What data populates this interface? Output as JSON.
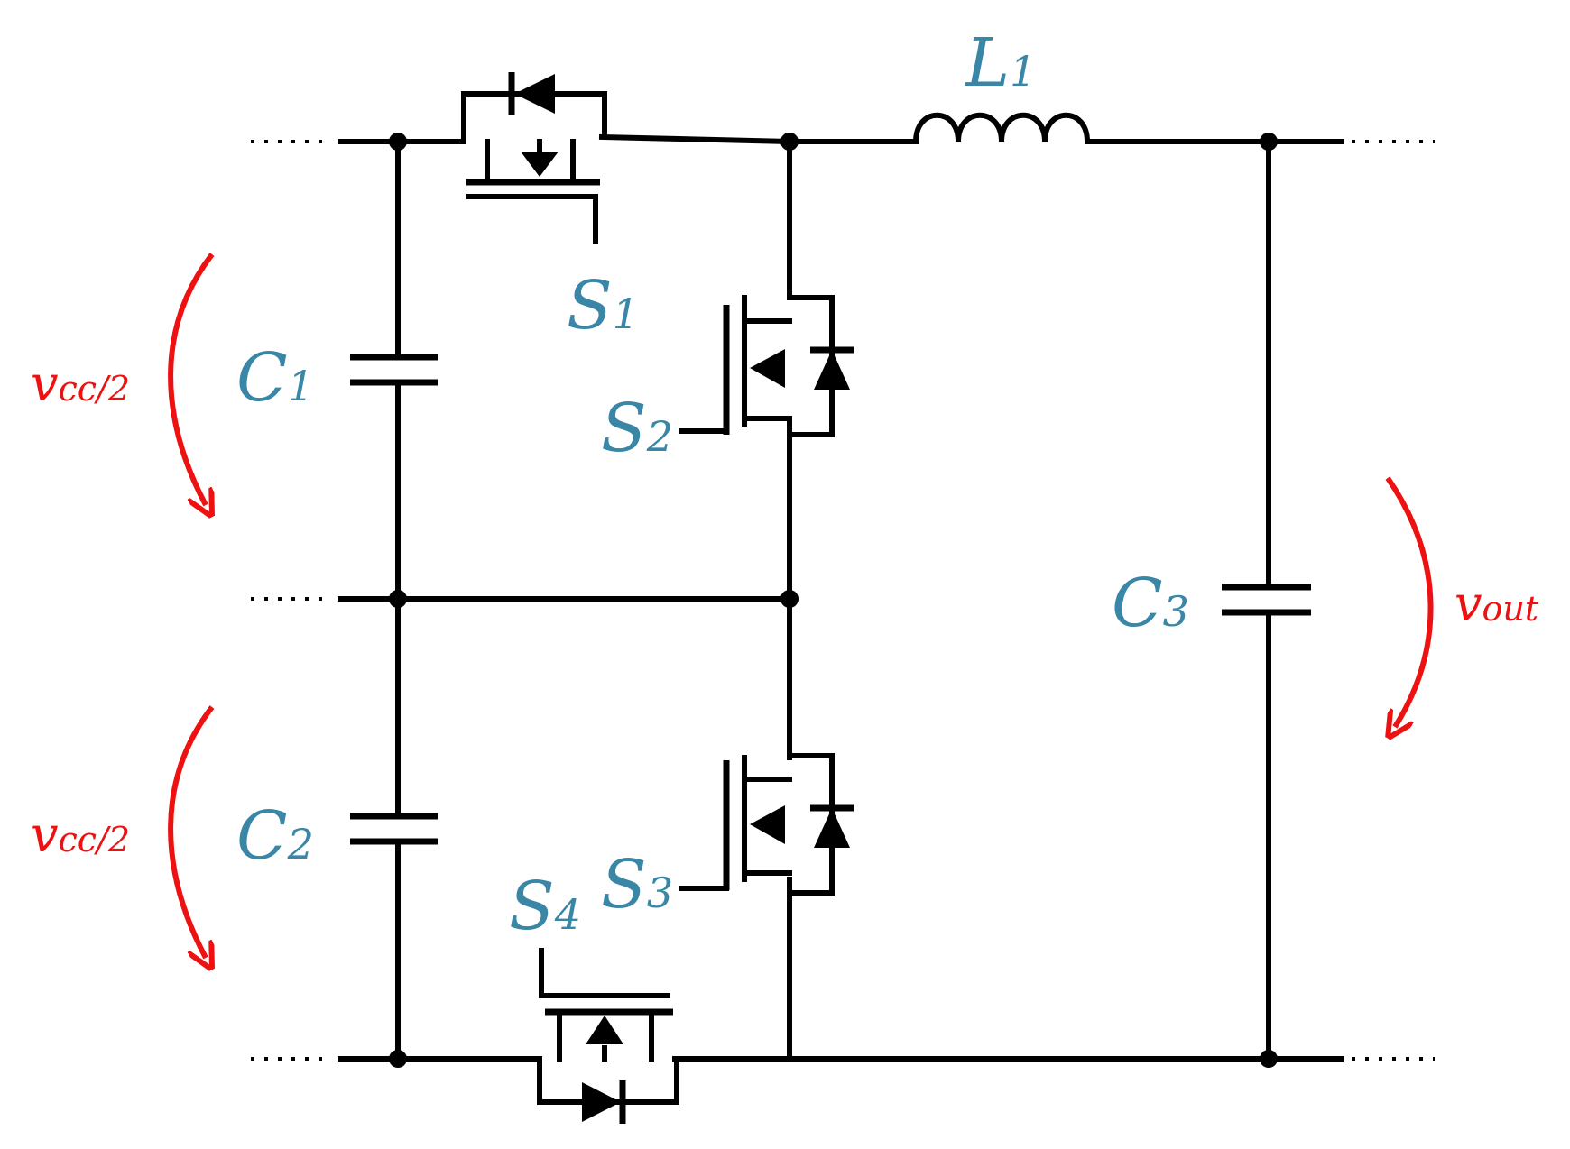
{
  "colors": {
    "wire": "#000000",
    "component_label": "#3a86a6",
    "voltage": "#ee1111"
  },
  "labels": {
    "L1": {
      "main": "L",
      "sub": "1"
    },
    "C1": {
      "main": "C",
      "sub": "1"
    },
    "C2": {
      "main": "C",
      "sub": "2"
    },
    "C3": {
      "main": "C",
      "sub": "3"
    },
    "S1": {
      "main": "S",
      "sub": "1"
    },
    "S2": {
      "main": "S",
      "sub": "2"
    },
    "S3": {
      "main": "S",
      "sub": "3"
    },
    "S4": {
      "main": "S",
      "sub": "4"
    }
  },
  "voltages": {
    "upper": {
      "main": "v",
      "sub": "cc/2"
    },
    "lower": {
      "main": "v",
      "sub": "cc/2"
    },
    "output": {
      "main": "v",
      "sub": "out"
    }
  }
}
